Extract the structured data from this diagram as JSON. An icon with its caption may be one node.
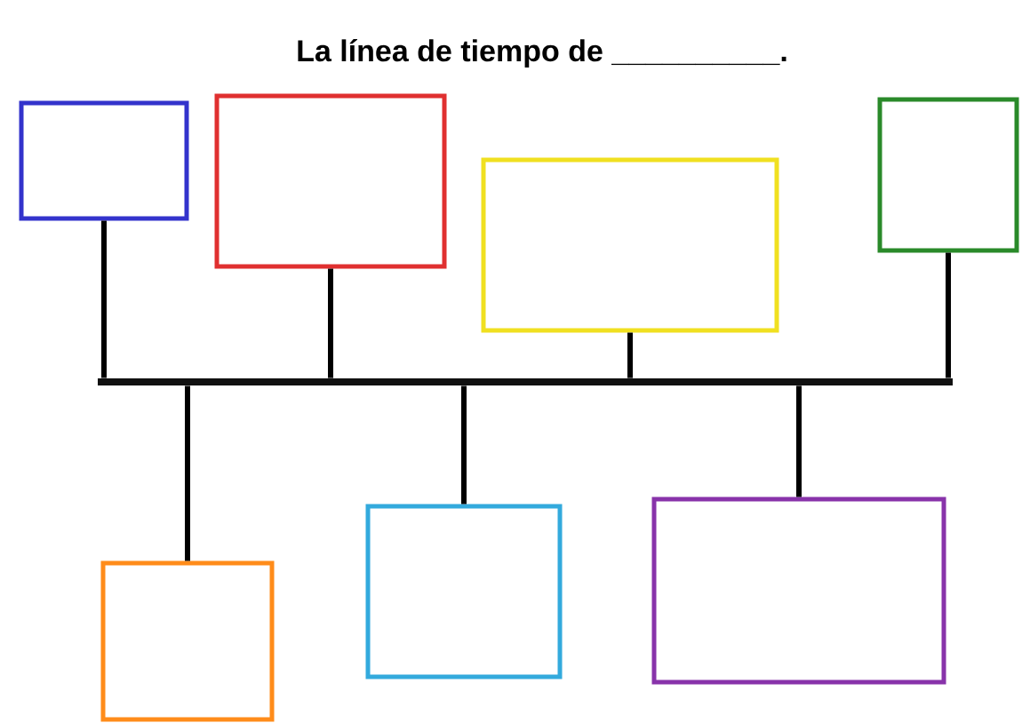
{
  "diagram": {
    "title": "La línea de tiempo de __________.",
    "nodes": [
      {
        "text": [],
        "shape": "box"
      },
      {
        "text": [],
        "shape": "box"
      },
      {
        "text": [],
        "shape": "box"
      },
      {
        "text": [],
        "shape": "box"
      },
      {
        "text": [],
        "shape": "bar"
      },
      {
        "text": [],
        "shape": "box"
      },
      {
        "text": [],
        "shape": "box"
      },
      {
        "text": [],
        "shape": "box"
      }
    ],
    "edges": [
      {
        "from": 0,
        "to": 4,
        "arrow": "none"
      },
      {
        "from": 1,
        "to": 4,
        "arrow": "none"
      },
      {
        "from": 2,
        "to": 4,
        "arrow": "none"
      },
      {
        "from": 3,
        "to": 4,
        "arrow": "none"
      },
      {
        "from": 5,
        "to": 4,
        "arrow": "none"
      },
      {
        "from": 6,
        "to": 4,
        "arrow": "none"
      },
      {
        "from": 7,
        "to": 4,
        "arrow": "none"
      }
    ]
  }
}
